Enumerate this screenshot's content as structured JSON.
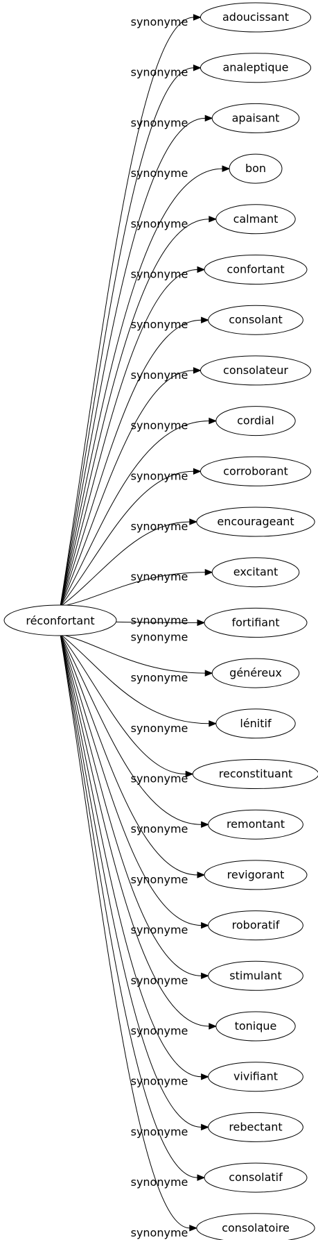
{
  "source": {
    "label": "réconfortant"
  },
  "relation_label": "synonyme",
  "targets": [
    "adoucissant",
    "analeptique",
    "apaisant",
    "bon",
    "calmant",
    "confortant",
    "consolant",
    "consolateur",
    "cordial",
    "corroborant",
    "encourageant",
    "excitant",
    "fortifiant",
    "généreux",
    "lénitif",
    "reconstituant",
    "remontant",
    "revigorant",
    "roboratif",
    "stimulant",
    "tonique",
    "vivifiant",
    "rebectant",
    "consolatif",
    "consolatoire"
  ]
}
